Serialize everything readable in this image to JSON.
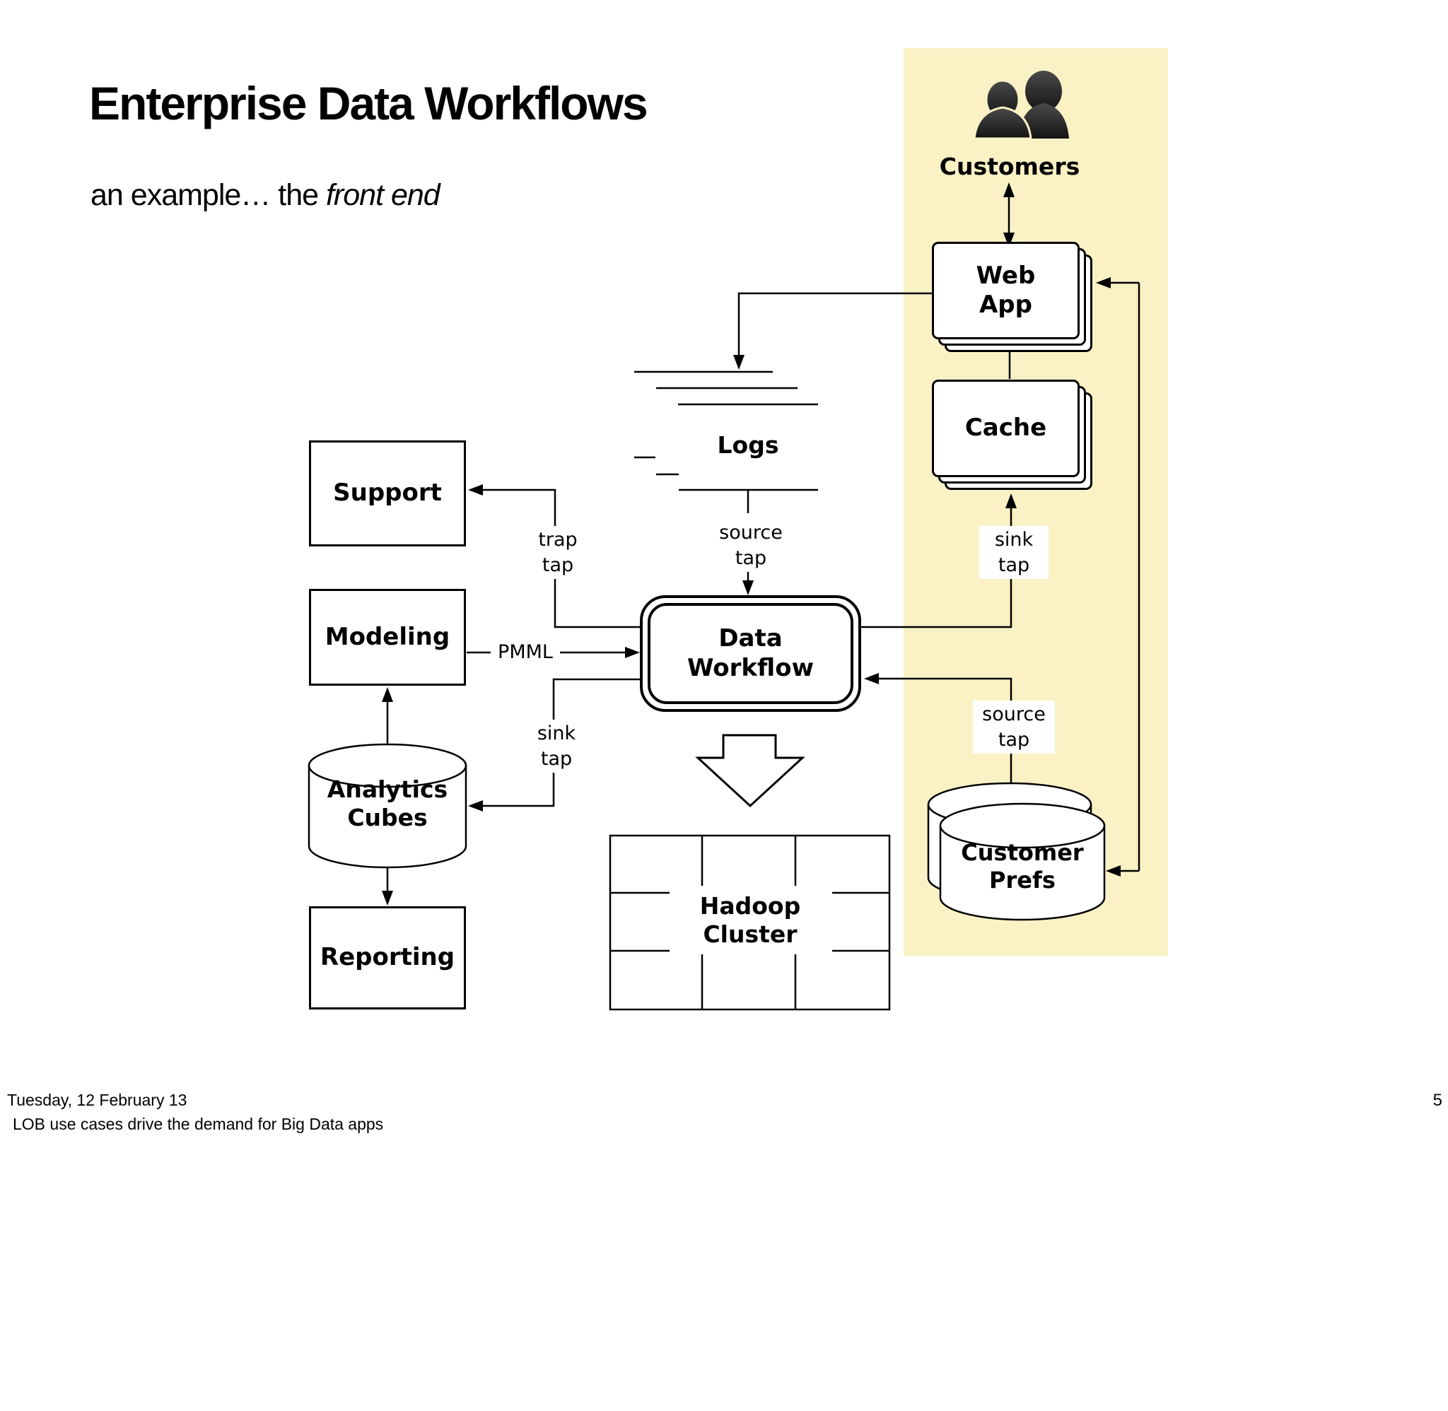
{
  "slide": {
    "title": "Enterprise Data Workflows",
    "subtitle": {
      "prefix": "an example… the ",
      "emphasis": "front end"
    },
    "footer": {
      "date": "Tuesday, 12 February 13",
      "note": "LOB use cases drive the demand for Big Data apps",
      "page_number": "5"
    }
  },
  "diagram": {
    "colors": {
      "highlight_band": "#FAF1C5",
      "line": "#000000",
      "node_fill": "#FFFFFF",
      "icon_top": "#4A4A4A",
      "icon_bottom": "#141414"
    },
    "nodes": {
      "customers": {
        "label": "Customers"
      },
      "web_app": {
        "label": "Web\nApp"
      },
      "cache": {
        "label": "Cache"
      },
      "customer_prefs": {
        "label": "Customer\nPrefs"
      },
      "support": {
        "label": "Support"
      },
      "modeling": {
        "label": "Modeling"
      },
      "analytics_cubes": {
        "label": "Analytics\nCubes"
      },
      "reporting": {
        "label": "Reporting"
      },
      "data_workflow": {
        "label": "Data\nWorkflow"
      },
      "logs": {
        "label": "Logs"
      },
      "hadoop_cluster": {
        "label": "Hadoop\nCluster"
      }
    },
    "edge_labels": {
      "trap_tap": "trap\ntap",
      "pmml": "PMML",
      "sink_tap_left": "sink\ntap",
      "source_tap_logs": "source\ntap",
      "sink_tap_right": "sink\ntap",
      "source_tap_right": "source\ntap"
    }
  }
}
